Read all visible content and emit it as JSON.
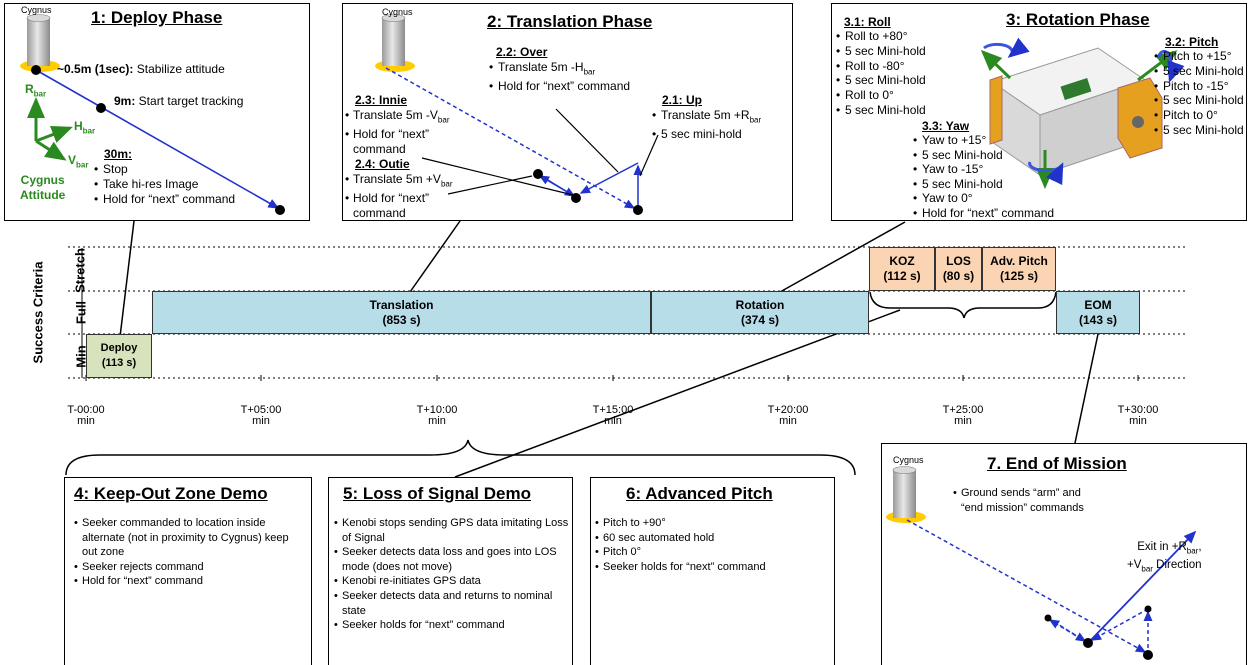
{
  "colors": {
    "translation": "#b7dde8",
    "deploy": "#d6e3bc",
    "stretch": "#fbd4b4",
    "vector": "#2233cc",
    "attitude": "#2a8a1f",
    "cygnus_top": "#ffcc00"
  },
  "icons": [
    "cylinder-icon",
    "arrow-icon",
    "rotation-arrow-icon",
    "satellite-icon"
  ],
  "deploy": {
    "title": "1: Deploy Phase",
    "cygnus": "Cygnus",
    "p1_b": "~0.5m (1sec):",
    "p1": " Stabilize attitude",
    "p2_b": "9m:",
    "p2": " Start target tracking",
    "p3_b": "30m:",
    "items": [
      "Stop",
      "Take hi-res Image",
      "Hold for “next” command"
    ],
    "rbar": "R",
    "hbar": "H",
    "vbar": "V",
    "sub": "bar",
    "attitude1": "Cygnus",
    "attitude2": "Attitude"
  },
  "translation": {
    "title": "2: Translation Phase",
    "cygnus": "Cygnus",
    "over_t": "2.2: Over",
    "over": [
      "Translate 5m -H",
      "Hold for “next” command"
    ],
    "up_t": "2.1: Up",
    "up": [
      "Translate 5m +R",
      "5 sec mini-hold"
    ],
    "innie_t": "2.3: Innie",
    "innie": [
      "Translate 5m -V",
      "Hold for “next” command"
    ],
    "outie_t": "2.4: Outie",
    "outie": [
      "Translate 5m +V",
      "Hold for “next” command"
    ],
    "sub": "bar"
  },
  "rotation": {
    "title": "3: Rotation Phase",
    "roll_t": "3.1: Roll",
    "roll": [
      "Roll to +80°",
      "5 sec Mini-hold",
      "Roll to -80°",
      "5 sec Mini-hold",
      "Roll to 0°",
      "5 sec Mini-hold"
    ],
    "pitch_t": "3.2: Pitch",
    "pitch": [
      "Pitch to +15°",
      "5 sec Mini-hold",
      "Pitch to -15°",
      "5 sec Mini-hold",
      "Pitch to 0°",
      "5 sec Mini-hold"
    ],
    "yaw_t": "3.3: Yaw",
    "yaw": [
      "Yaw to +15°",
      "5 sec Mini-hold",
      "Yaw to -15°",
      "5 sec Mini-hold",
      "Yaw to 0°",
      "Hold for “next” command"
    ]
  },
  "timeline": {
    "ylabel": "Success Criteria",
    "rows": [
      "Stretch",
      "Full",
      "Min"
    ],
    "bars": {
      "translation": {
        "name": "Translation",
        "dur": "(853 s)"
      },
      "rotation": {
        "name": "Rotation",
        "dur": "(374 s)"
      },
      "deploy": {
        "name": "Deploy",
        "dur": "(113 s)"
      },
      "koz": {
        "name": "KOZ",
        "dur": "(112 s)"
      },
      "los": {
        "name": "LOS",
        "dur": "(80 s)"
      },
      "adv": {
        "name": "Adv. Pitch",
        "dur": "(125 s)"
      },
      "eom": {
        "name": "EOM",
        "dur": "(143 s)"
      }
    },
    "ticks": [
      {
        "label": "T-00:00",
        "unit": "min"
      },
      {
        "label": "T+05:00",
        "unit": "min"
      },
      {
        "label": "T+10:00",
        "unit": "min"
      },
      {
        "label": "T+15:00",
        "unit": "min"
      },
      {
        "label": "T+20:00",
        "unit": "min"
      },
      {
        "label": "T+25:00",
        "unit": "min"
      },
      {
        "label": "T+30:00",
        "unit": "min"
      }
    ]
  },
  "koz": {
    "title": "4: Keep-Out Zone Demo",
    "items": [
      "Seeker commanded to location inside alternate (not in proximity to Cygnus) keep out zone",
      "Seeker rejects command",
      "Hold for “next” command"
    ]
  },
  "los": {
    "title": "5: Loss of Signal Demo",
    "items": [
      "Kenobi stops sending GPS data imitating Loss of Signal",
      "Seeker detects data loss and goes into LOS mode (does not move)",
      "Kenobi re-initiates GPS data",
      "Seeker detects data and returns to nominal state",
      "Seeker holds for “next” command"
    ]
  },
  "adv": {
    "title": "6: Advanced Pitch",
    "items": [
      "Pitch to +90°",
      "60 sec automated hold",
      "Pitch 0°",
      "Seeker holds for “next” command"
    ]
  },
  "eom": {
    "title": "7. End of Mission",
    "cygnus": "Cygnus",
    "items": [
      "Ground sends “arm” and “end mission” commands"
    ],
    "exit1": "Exit in +R",
    "exit2": "+V",
    "exit2b": " Direction",
    "exit_comma": ",",
    "sub": "bar"
  }
}
